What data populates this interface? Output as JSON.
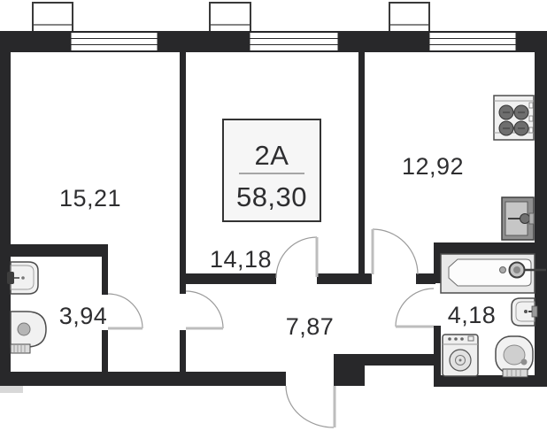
{
  "unit": {
    "code": "2A",
    "total_area": "58,30"
  },
  "rooms": {
    "room1_area": "15,21",
    "room2_area": "14,18",
    "kitchen_area": "12,92",
    "bathroom_small_area": "3,94",
    "hallway_area": "7,87",
    "bathroom_large_area": "4,18"
  },
  "fixtures": {
    "kitchen": [
      "stove-icon",
      "kitchen-sink-icon"
    ],
    "bathroom_small": [
      "bathroom-sink-icon",
      "toilet-icon"
    ],
    "bathroom_large": [
      "bathtub-icon",
      "bathroom-sink-icon",
      "toilet-icon",
      "washing-machine-icon"
    ],
    "facade": [
      "vent-box",
      "window",
      "window",
      "window"
    ]
  },
  "colors": {
    "wall": "#28282a",
    "text": "#2e2e30",
    "door_arc": "#9b9b9b",
    "door_leaf": "#bdbdbd",
    "fixture_fill": "#f1f1f1",
    "fixture_stroke": "#4d4d4d",
    "fixture_shade": "#9e9e9e",
    "unit_box_fill": "#f6f6f6",
    "background": "#ffffff"
  }
}
